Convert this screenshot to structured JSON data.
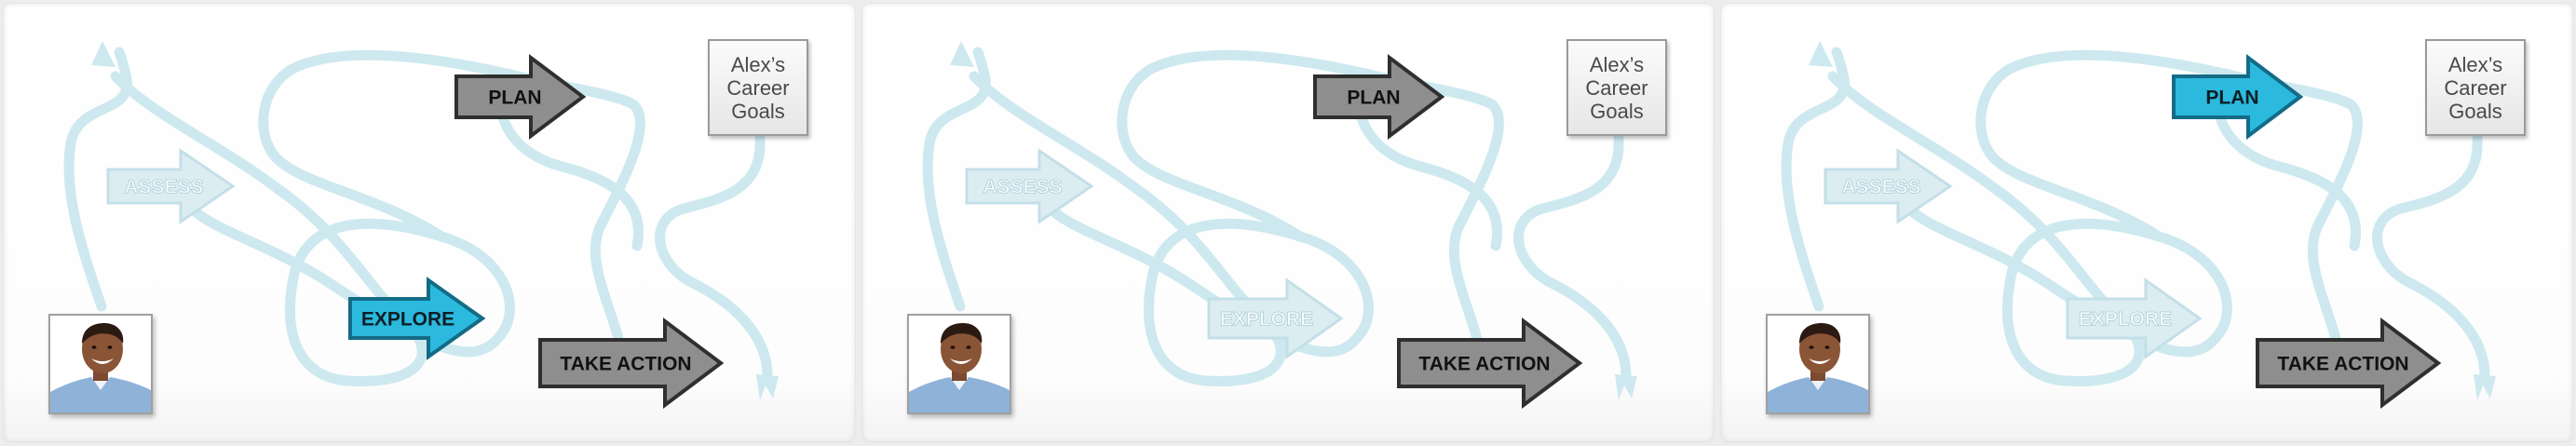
{
  "steps": {
    "assess": "ASSESS",
    "explore": "EXPLORE",
    "plan": "PLAN",
    "take_action": "TAKE ACTION"
  },
  "goals_label": "Alex’s\nCareer\nGoals",
  "panels": [
    {
      "highlighted_step": "explore"
    },
    {
      "highlighted_step": "none"
    },
    {
      "highlighted_step": "plan"
    }
  ],
  "colors": {
    "path": "#cde9ef",
    "faded_arrow_fill": "#dcedf2",
    "faded_arrow_stroke": "#c3dfe7",
    "active_arrow_fill": "#2cb9de",
    "active_arrow_stroke": "#136b86",
    "dark_arrow_fill": "#8e8e8e",
    "dark_arrow_stroke": "#2f2f2f"
  },
  "icons": {
    "portrait": "person-portrait-photo"
  }
}
